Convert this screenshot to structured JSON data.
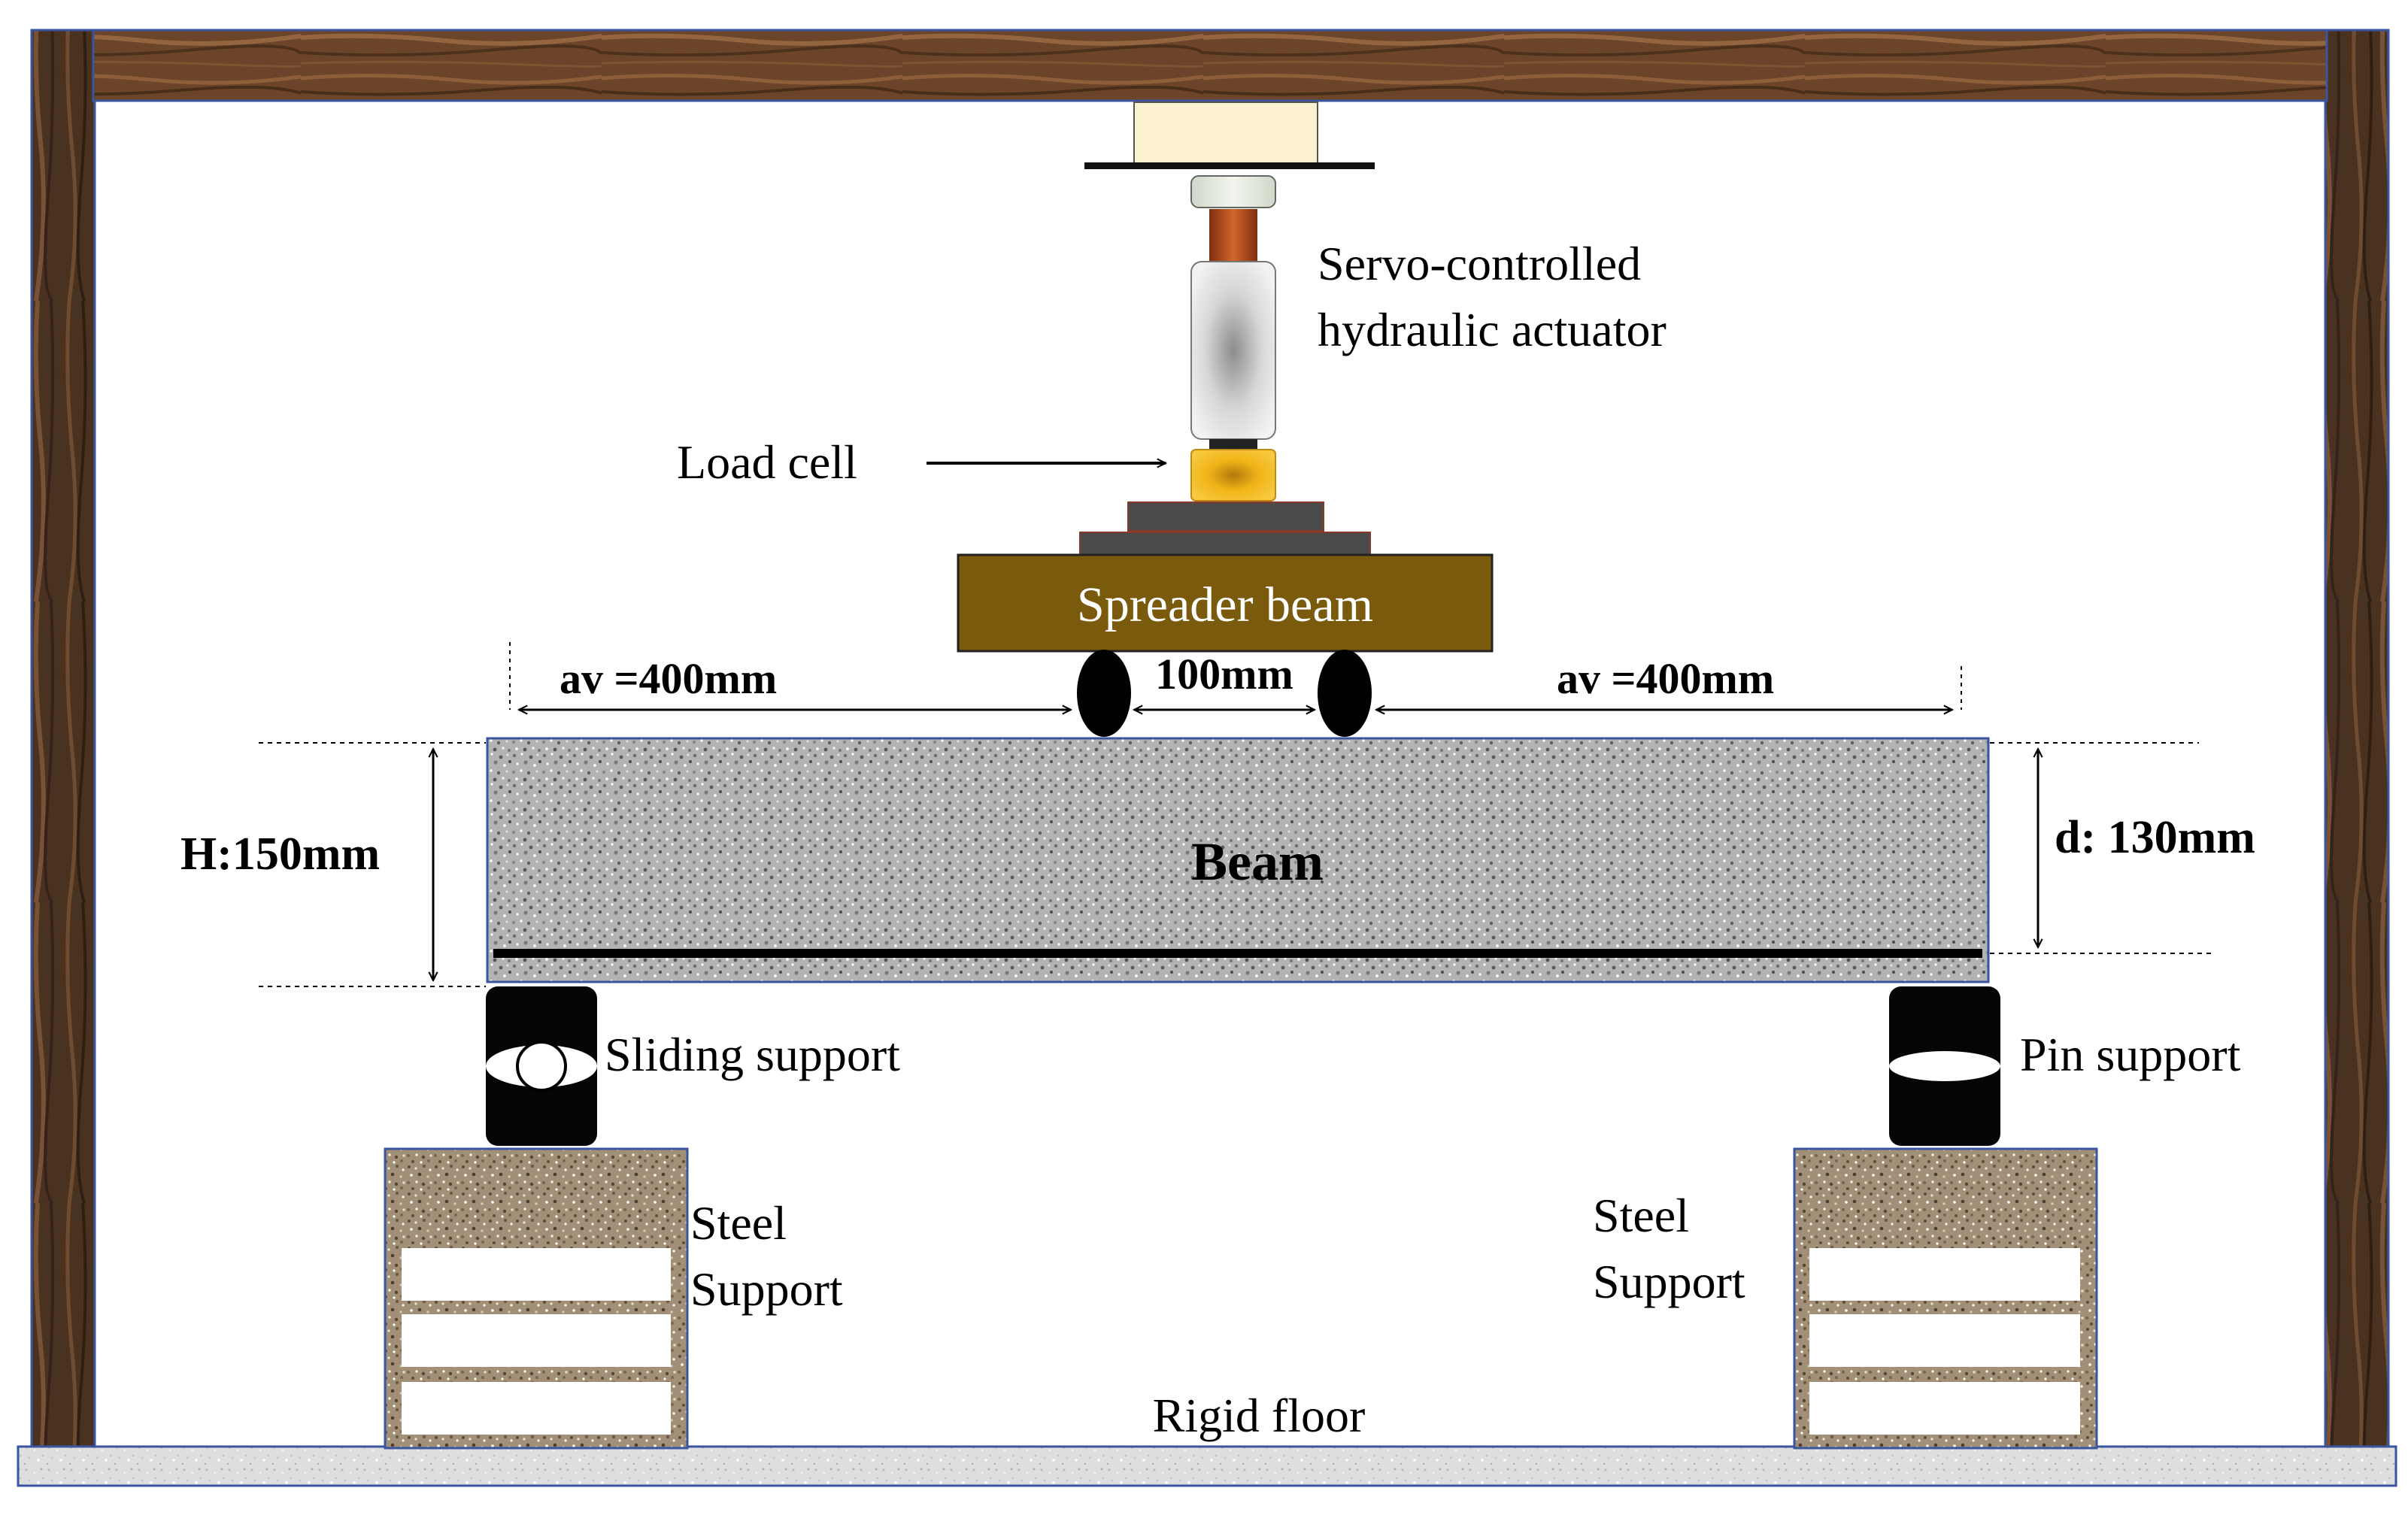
{
  "labels": {
    "actuator_line1": "Servo-controlled",
    "actuator_line2": "hydraulic actuator",
    "load_cell": "Load cell",
    "spreader_beam": "Spreader beam",
    "shear_span_left": "av =400mm",
    "shear_span_right": "av =400mm",
    "load_spacing": "100mm",
    "beam": "Beam",
    "height": "H:150mm",
    "effective_depth": "d: 130mm",
    "sliding_support": "Sliding support",
    "pin_support": "Pin support",
    "steel_support_left_line1": "Steel",
    "steel_support_left_line2": "Support",
    "steel_support_right_line1": "Steel",
    "steel_support_right_line2": "Support",
    "rigid_floor": "Rigid floor"
  },
  "colors": {
    "frame_wood": "#5a3b22",
    "frame_wood_light": "#8a5d38",
    "frame_border": "#3a55a0",
    "spreader_beam": "#7a5a0c",
    "spreader_text": "#ffffff",
    "load_cell": "#f0b21a",
    "actuator_body": "#d8d8d8",
    "actuator_rod": "#c2511f",
    "concrete": "#a9a9a9",
    "steel_block": "#9a8670",
    "floor": "#d9d9d9"
  }
}
